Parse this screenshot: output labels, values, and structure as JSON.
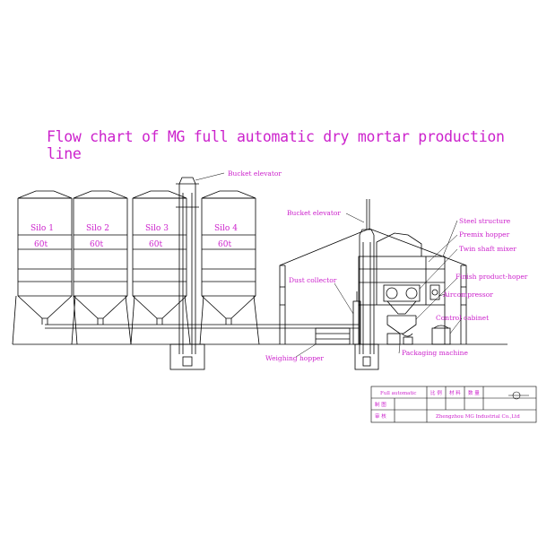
{
  "title": "Flow chart of MG full automatic dry mortar production line",
  "colors": {
    "line": "#000000",
    "accent": "#cc22cc"
  },
  "silos": [
    {
      "name": "Silo 1",
      "capacity": "60t"
    },
    {
      "name": "Silo 2",
      "capacity": "60t"
    },
    {
      "name": "Silo 3",
      "capacity": "60t"
    },
    {
      "name": "Silo 4",
      "capacity": "60t"
    }
  ],
  "labels": {
    "bucket_elevator_main": "Bucket elevator",
    "bucket_elevator_2": "Bucket elevator",
    "steel_structure": "Steel structure",
    "premix_hopper": "Premix hopper",
    "twin_shaft_mixer": "Twin shaft mixer",
    "finish_product_hopper": "Finish product-hoper",
    "dust_collector": "Dust collector",
    "air_compressor": "Aircompressor",
    "control_cabinet": "Control cabinet",
    "packaging_machine": "Packaging machine",
    "weighing_hopper": "Weighing hopper"
  },
  "title_block": {
    "drawing_name": "Full automatic",
    "col1": "比 例",
    "col2": "材 料",
    "col3": "数 量",
    "row2_label": "制 图",
    "row3_label": "审 核",
    "company": "Zhengzhou MG Industrial Co.,Ltd"
  }
}
